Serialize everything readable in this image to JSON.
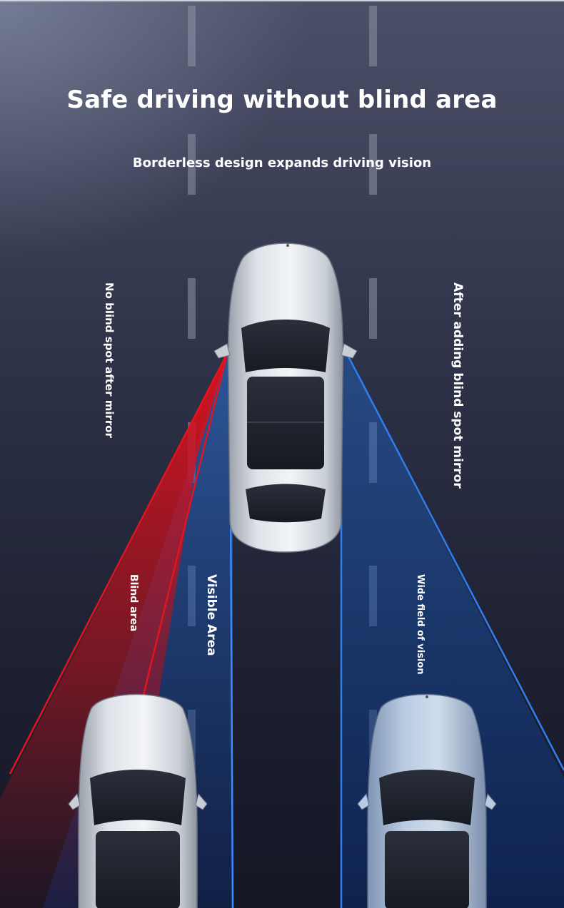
{
  "heading": {
    "title": "Safe driving without blind area",
    "subtitle": "Borderless design expands driving vision"
  },
  "labels": {
    "no_blind_spot": "No blind spot after mirror",
    "after_adding": "After adding blind spot mirror",
    "blind_area": "Blind area",
    "visible_area": "Visible Area",
    "wide_field": "Wide field of vision"
  },
  "colors": {
    "blind_area": "#d0141e",
    "visible_area": "#1e6fd6",
    "road": "#1f2234",
    "car_body": "#d7dbe2"
  }
}
